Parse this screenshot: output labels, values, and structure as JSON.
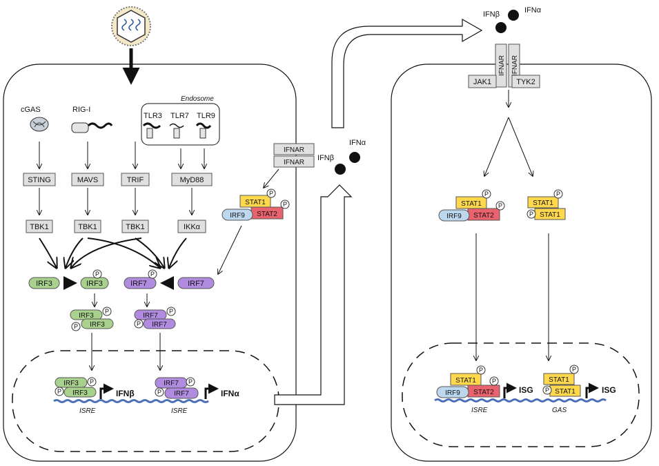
{
  "left_cell": {
    "receptors": {
      "cgas": "cGAS",
      "rigi": "RIG-I",
      "tlr3": "TLR3",
      "tlr7": "TLR7",
      "tlr9": "TLR9",
      "endosome": "Endosome"
    },
    "adaptors": {
      "sting": "STING",
      "mavs": "MAVS",
      "trif": "TRIF",
      "myd88": "MyD88"
    },
    "kinases": {
      "tbk1_a": "TBK1",
      "tbk1_b": "TBK1",
      "tbk1_c": "TBK1",
      "ikka": "IKKα"
    },
    "irf": {
      "irf3": "IRF3",
      "irf3p": "IRF3",
      "irf7p": "IRF7",
      "irf7": "IRF7",
      "irf3d_top": "IRF3",
      "irf3d_bot": "IRF3",
      "irf7d_top": "IRF7",
      "irf7d_bot": "IRF7"
    },
    "receptor_ifnar": {
      "top": "IFNAR",
      "bottom": "IFNAR"
    },
    "isgf3": {
      "stat1": "STAT1",
      "stat2": "STAT2",
      "irf9": "IRF9"
    },
    "nucleus": {
      "irf3_top": "IRF3",
      "irf3_bot": "IRF3",
      "irf7_top": "IRF7",
      "irf7_bot": "IRF7",
      "ifnb": "IFNβ",
      "ifna": "IFNα",
      "isre_1": "ISRE",
      "isre_2": "ISRE"
    }
  },
  "secreted": {
    "ifnb_mid": "IFNβ",
    "ifna_mid": "IFNα",
    "ifnb_top": "IFNβ",
    "ifna_top": "IFNα"
  },
  "right_cell": {
    "ifnar_left": "IFNAR",
    "ifnar_right": "IFNAR",
    "jak1": "JAK1",
    "tyk2": "TYK2",
    "isgf3": {
      "stat1": "STAT1",
      "stat2": "STAT2",
      "irf9": "IRF9"
    },
    "gaf": {
      "stat1_top": "STAT1",
      "stat1_bot": "STAT1"
    },
    "nucleus": {
      "stat1": "STAT1",
      "stat2": "STAT2",
      "irf9": "IRF9",
      "isg_1": "ISG",
      "isre": "ISRE",
      "stat1_top": "STAT1",
      "stat1_bot": "STAT1",
      "isg_2": "ISG",
      "gas": "GAS"
    }
  },
  "phospho_label": "P",
  "colors": {
    "irf3": "#a9d18e",
    "irf7": "#b18be0",
    "stat1": "#ffd84d",
    "stat2": "#e8636d",
    "irf9": "#bdd7ee",
    "box": "#e0e0e0"
  }
}
